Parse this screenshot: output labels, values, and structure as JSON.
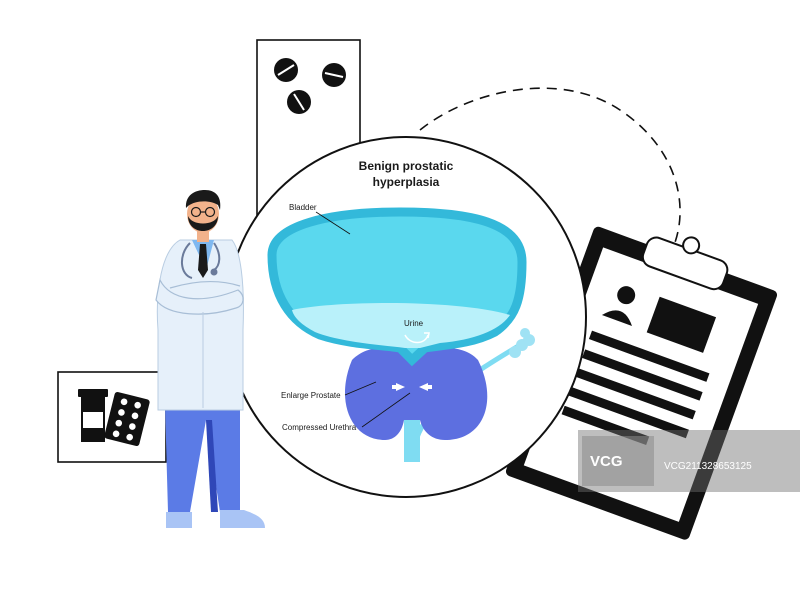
{
  "diagram": {
    "title_line1": "Benign prostatic",
    "title_line2": "hyperplasia",
    "labels": {
      "bladder": "Bladder",
      "urine": "Urine",
      "enlarged_prostate": "Enlarge Prostate",
      "compressed_urethra": "Compressed Urethra"
    }
  },
  "watermark": {
    "logo_text": "VCG",
    "id_text": "VCG211328653125"
  },
  "colors": {
    "bladder_fill": "#5ad8ee",
    "bladder_outline": "#33b9da",
    "urine_fill": "#b9f1fa",
    "prostate_fill": "#5d6fe0",
    "urethra": "#7fdcf2",
    "doctor_coat": "#e6f0fa",
    "doctor_pants": "#5b7be6",
    "shoes": "#a9c4f5",
    "outline": "#111111"
  }
}
